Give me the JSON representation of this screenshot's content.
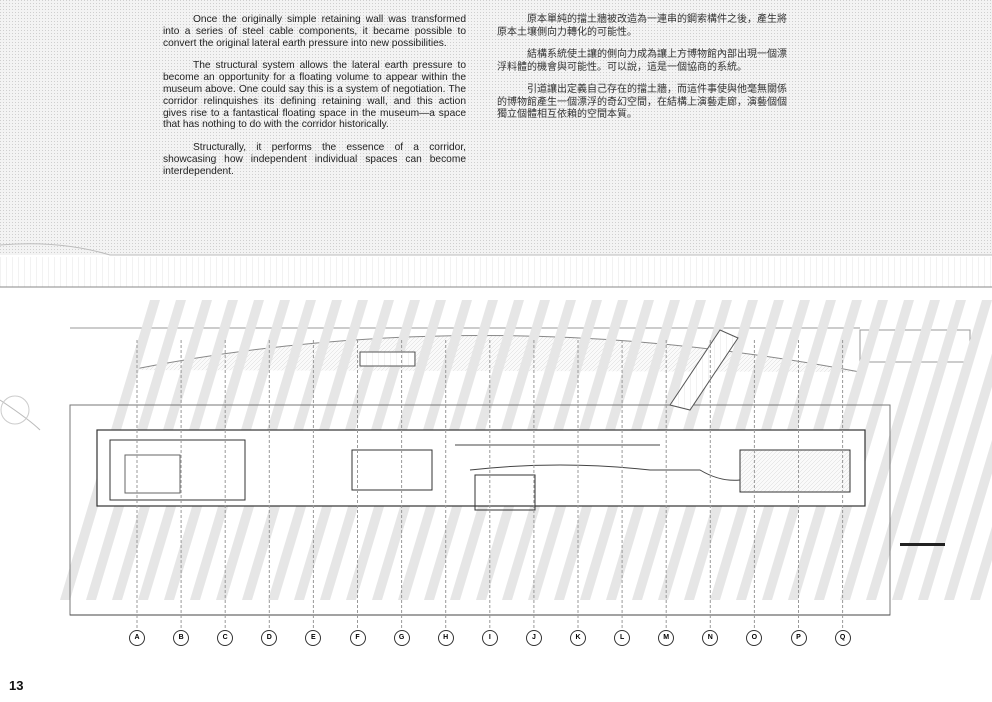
{
  "text_en": [
    "Once the originally simple retaining wall was transformed into a series of steel cable components, it became possible to convert the original lateral earth pressure into new possibilities.",
    "The structural system allows the lateral earth pressure to become an opportunity for a floating volume to appear within the museum above. One could say this is a system of negotiation. The corridor relinquishes its defining retaining wall, and this action gives rise to a fantastical floating space in the museum—a space that has nothing to do with the corridor historically.",
    "Structurally, it performs the essence of a corridor, showcasing how independent individual spaces can become interdependent."
  ],
  "text_zh": [
    "原本單純的擋土牆被改造為一連串的鋼索構件之後，產生將原本土壤側向力轉化的可能性。",
    "結構系統使土讓的側向力成為讓上方博物館內部出現一個漂浮料體的機會與可能性。可以說，這是一個協商的系統。",
    "引道讓出定義自己存在的擋土牆，而這件事使與他毫無關係的博物館產生一個漂浮的奇幻空間，在結構上演藝走廊，演藝個個獨立個體相互依賴的空間本質。"
  ],
  "grid_labels": [
    "A",
    "B",
    "C",
    "D",
    "E",
    "F",
    "G",
    "H",
    "I",
    "J",
    "K",
    "L",
    "M",
    "N",
    "O",
    "P",
    "Q"
  ],
  "page_number": "13"
}
